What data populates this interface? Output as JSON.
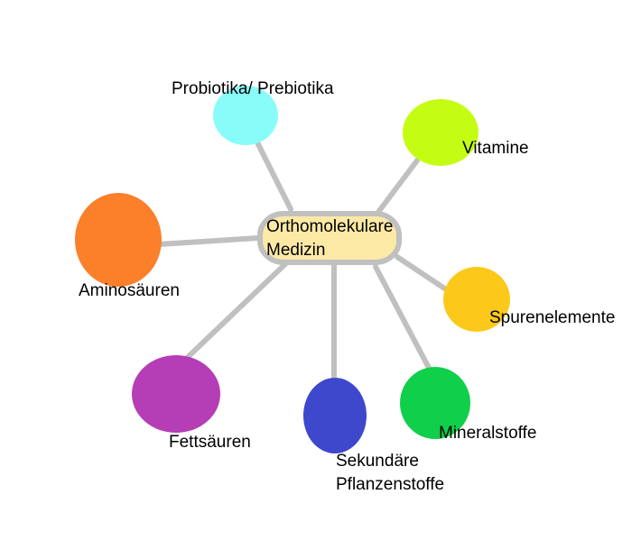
{
  "center": {
    "line1": "Orthomolekulare",
    "line2": "Medizin",
    "color": "#fde9a6",
    "border": "#c0c0c0"
  },
  "nodes": [
    {
      "label": "Probiotika/ Prebiotika",
      "color": "#88fcf8"
    },
    {
      "label": "Vitamine",
      "color": "#c4fc14"
    },
    {
      "label": "Aminosäuren",
      "color": "#fc7f2a"
    },
    {
      "label": "Spurenelemente",
      "color": "#fcc81a"
    },
    {
      "label": "Fettsäuren",
      "color": "#b53db6"
    },
    {
      "label_line1": "Sekundäre",
      "label_line2": "Pflanzenstoffe",
      "color": "#3e48cc"
    },
    {
      "label": "Mineralstoffe",
      "color": "#10cf4a"
    }
  ]
}
